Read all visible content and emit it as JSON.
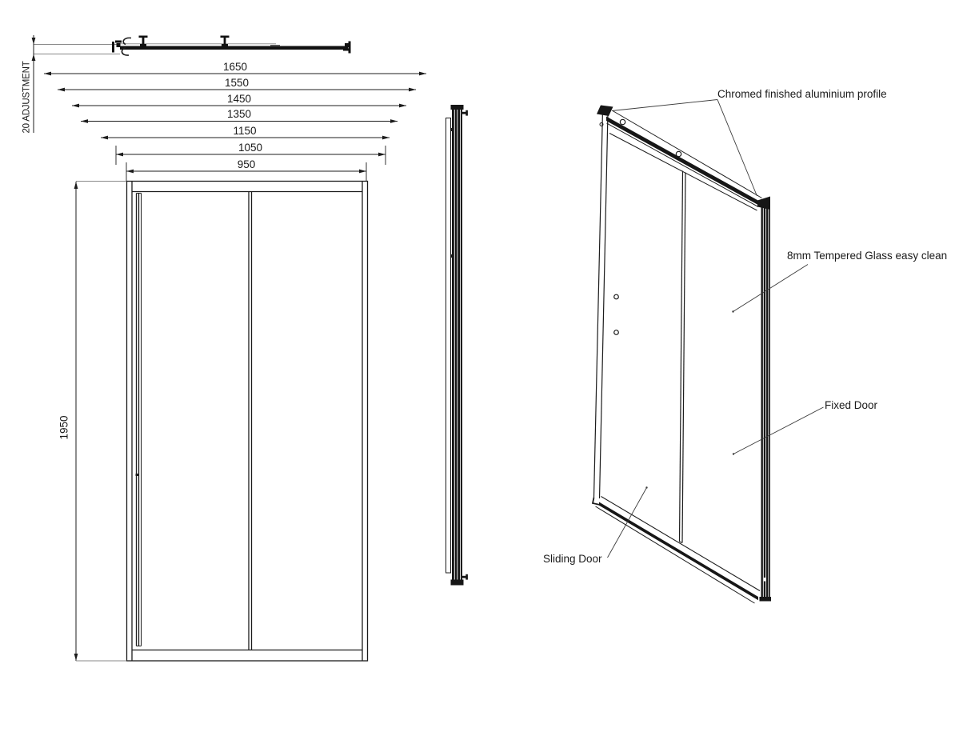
{
  "drawing": {
    "top_view": {
      "adjustment_label": "20 ADJUSTMENT"
    },
    "width_dimensions": [
      {
        "value": "1650"
      },
      {
        "value": "1550"
      },
      {
        "value": "1450"
      },
      {
        "value": "1350"
      },
      {
        "value": "1150"
      },
      {
        "value": "1050"
      },
      {
        "value": "950"
      }
    ],
    "height_dimension": {
      "value": "1950"
    },
    "annotations": {
      "profile_label": "Chromed finished aluminium profile",
      "glass_label": "8mm Tempered Glass easy clean",
      "fixed_door_label": "Fixed Door",
      "sliding_door_label": "Sliding Door"
    },
    "colors": {
      "line": "#1c1c1c",
      "background": "#ffffff"
    }
  }
}
